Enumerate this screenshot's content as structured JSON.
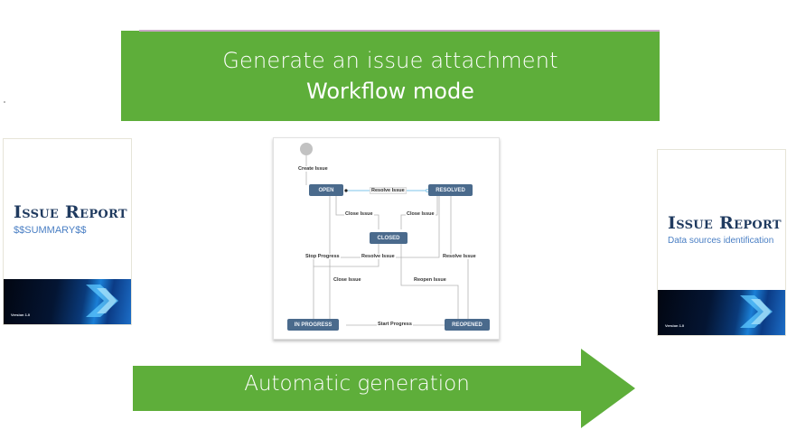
{
  "header": {
    "line1": "Generate an issue attachment",
    "line2": "Workflow mode",
    "color": "#5eae3a"
  },
  "template_report": {
    "title": "Issue Report",
    "subtitle": "$$SUMMARY$$",
    "version": "Version 1.0"
  },
  "generated_report": {
    "title": "Issue Report",
    "subtitle": "Data sources identification",
    "version": "Version 1.0"
  },
  "workflow": {
    "states": {
      "open": "OPEN",
      "resolved": "RESOLVED",
      "closed": "CLOSED",
      "in_progress": "IN PROGRESS",
      "reopened": "REOPENED"
    },
    "transitions": {
      "create": "Create Issue",
      "resolve_open": "Resolve Issue",
      "close_open": "Close Issue",
      "close_resolved": "Close Issue",
      "stop_progress": "Stop Progress",
      "resolve_inprogress": "Resolve Issue",
      "resolve_reopened": "Resolve Issue",
      "close_inprogress": "Close Issue",
      "reopen": "Reopen Issue",
      "start_progress": "Start Progress"
    }
  },
  "footer_arrow": {
    "label": "Automatic generation",
    "color": "#5eae3a"
  }
}
